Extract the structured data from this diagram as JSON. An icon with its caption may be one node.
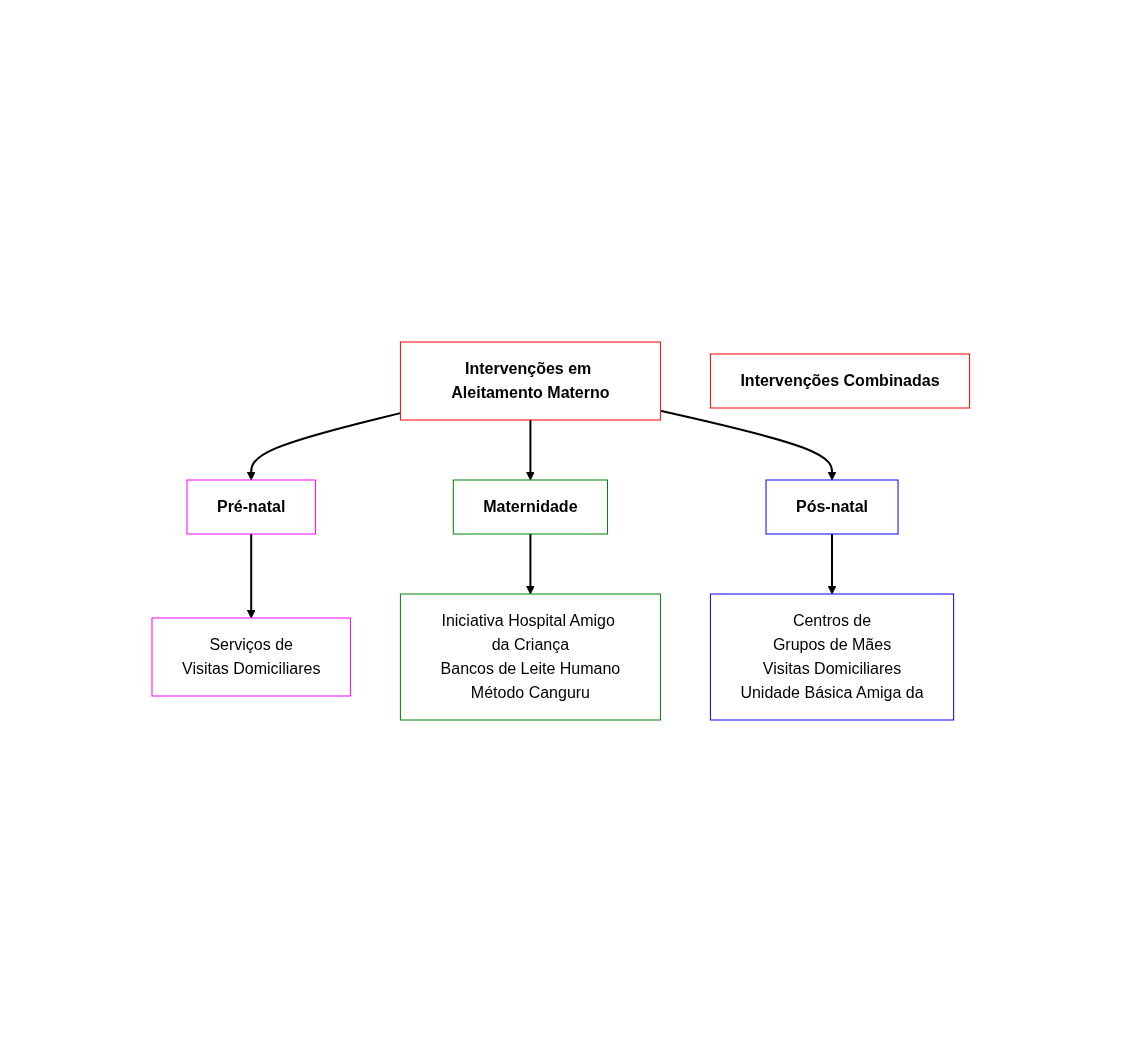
{
  "diagram": {
    "nodes": [
      {
        "text": [
          "Intervenções em Aleitamento Materno"
        ]
      },
      {
        "text": [
          "Pré-natal"
        ]
      },
      {
        "text": [
          "Serviços de",
          "Visitas Domiciliares"
        ]
      },
      {
        "text": [
          "Maternidade"
        ]
      },
      {
        "text": [
          "Iniciativa Hospital Amigo da Criança",
          "Bancos de Leite Humano",
          "Método Canguru"
        ]
      },
      {
        "text": [
          "Pós-natal"
        ]
      },
      {
        "text": [
          "Centros de",
          "Grupos de Mães",
          "Visitas Domiciliares",
          "Unidade Básica Amiga da"
        ]
      },
      {
        "text": [
          "Intervenções Combinadas"
        ]
      }
    ],
    "edges": [
      {
        "from": 0,
        "to": 1,
        "arrow": "to"
      },
      {
        "from": 0,
        "to": 3,
        "arrow": "to"
      },
      {
        "from": 0,
        "to": 5,
        "arrow": "to"
      },
      {
        "from": 1,
        "to": 2,
        "arrow": "to"
      },
      {
        "from": 3,
        "to": 4,
        "arrow": "to"
      },
      {
        "from": 5,
        "to": 6,
        "arrow": "to"
      }
    ]
  }
}
